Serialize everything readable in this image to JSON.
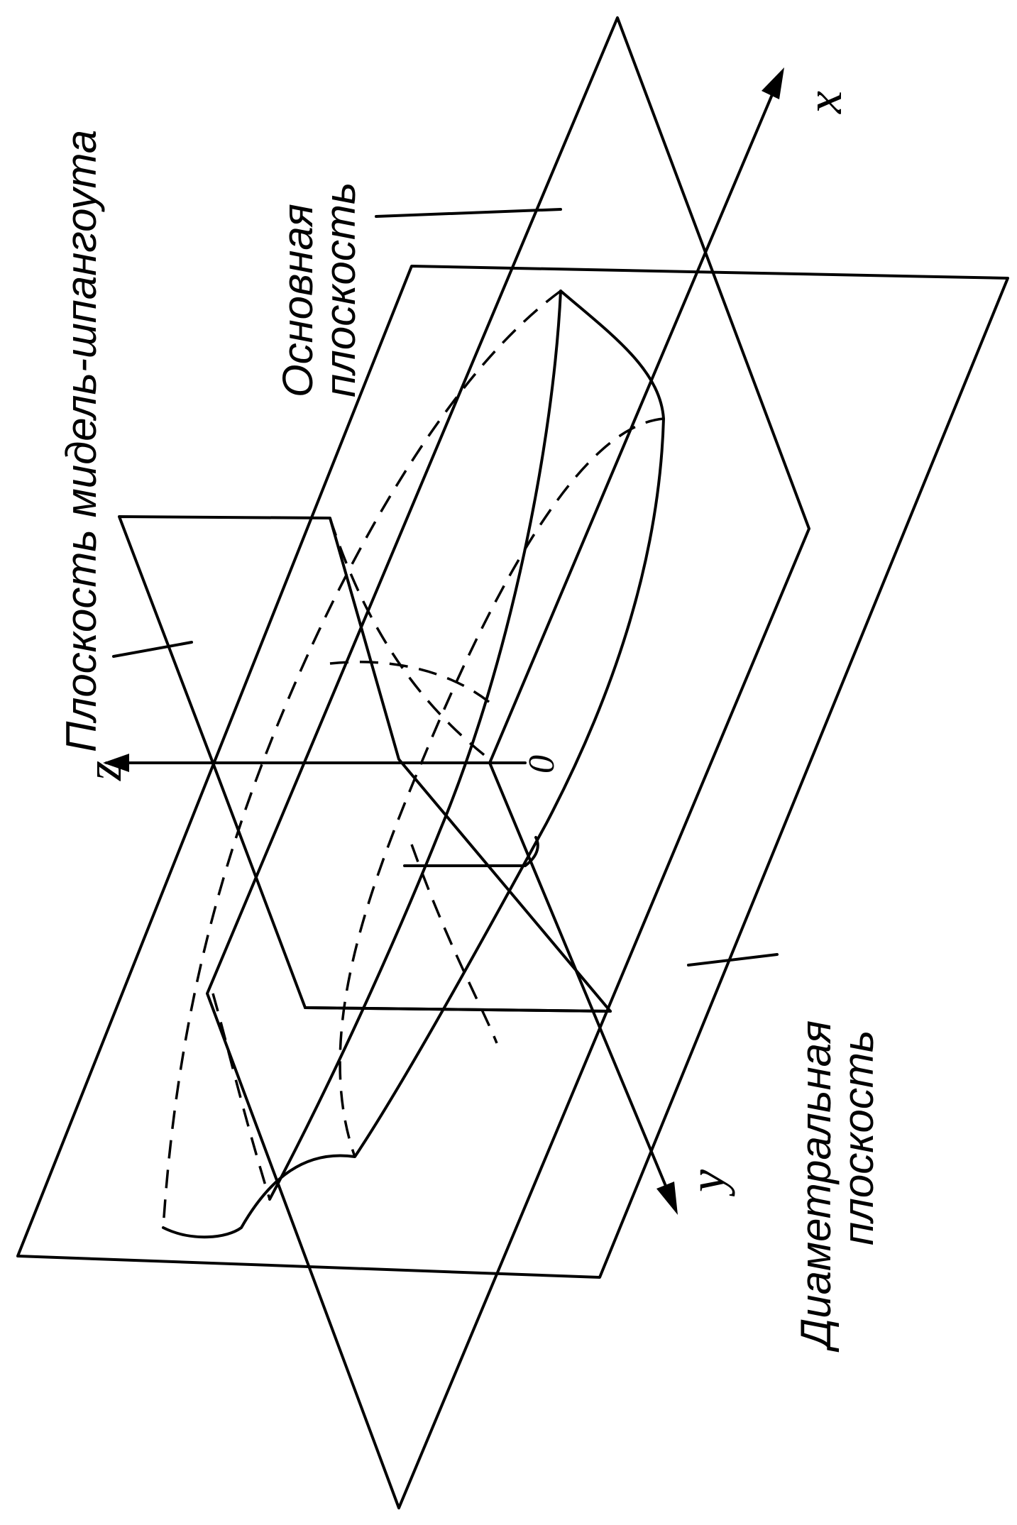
{
  "labels": {
    "midship_plane": "Плоскость мидель-шпангоута",
    "base_plane_line1": "Основная",
    "base_plane_line2": "плоскость",
    "diametral_plane_line1": "Диаметральная",
    "diametral_plane_line2": "плоскость"
  },
  "axes": {
    "x": "x",
    "y": "y",
    "z": "z",
    "origin": "0"
  }
}
